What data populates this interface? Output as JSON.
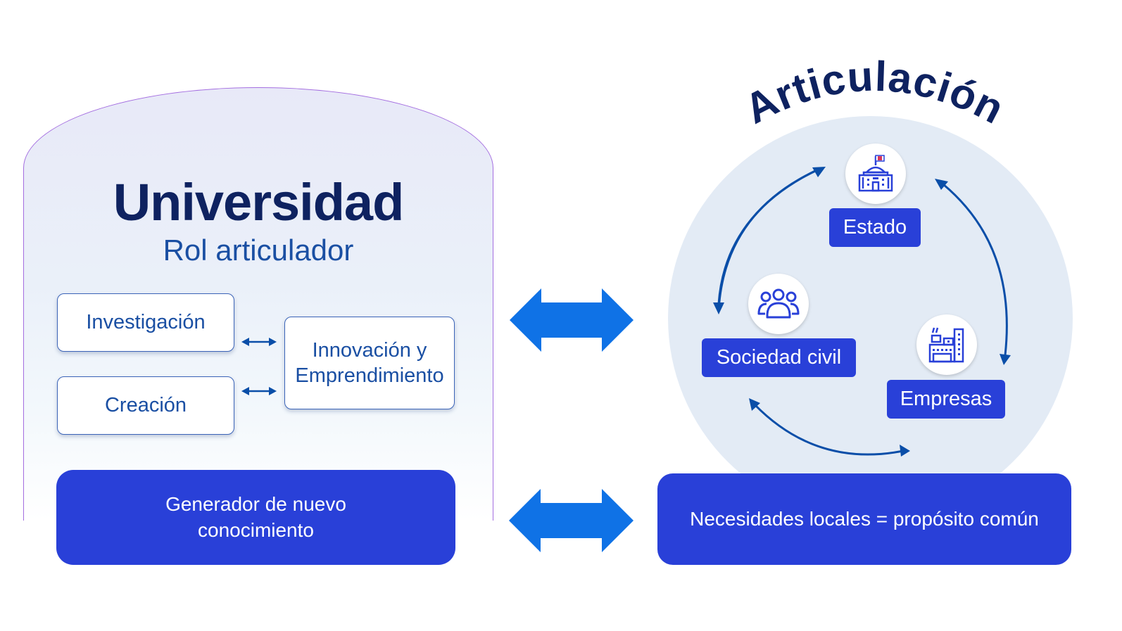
{
  "left_panel": {
    "title": "Universidad",
    "subtitle": "Rol articulador",
    "boxes": {
      "investigacion": "Investigación",
      "creacion": "Creación",
      "innovacion_line1": "Innovación y",
      "innovacion_line2": "Emprendimiento"
    },
    "generador_line1": "Generador de nuevo",
    "generador_line2": "conocimiento"
  },
  "right_panel": {
    "title": "Articulación",
    "actors": [
      {
        "label": "Estado",
        "icon": "government-building-icon"
      },
      {
        "label": "Sociedad civil",
        "icon": "people-group-icon"
      },
      {
        "label": "Empresas",
        "icon": "factory-icon"
      }
    ],
    "necesidades": "Necesidades locales = propósito común"
  },
  "colors": {
    "navy": "#0e2260",
    "accent_blue": "#2940d8",
    "arrow_blue": "#0f72e6",
    "text_blue": "#1a4fa3",
    "circle_bg": "#e3ebf5"
  }
}
